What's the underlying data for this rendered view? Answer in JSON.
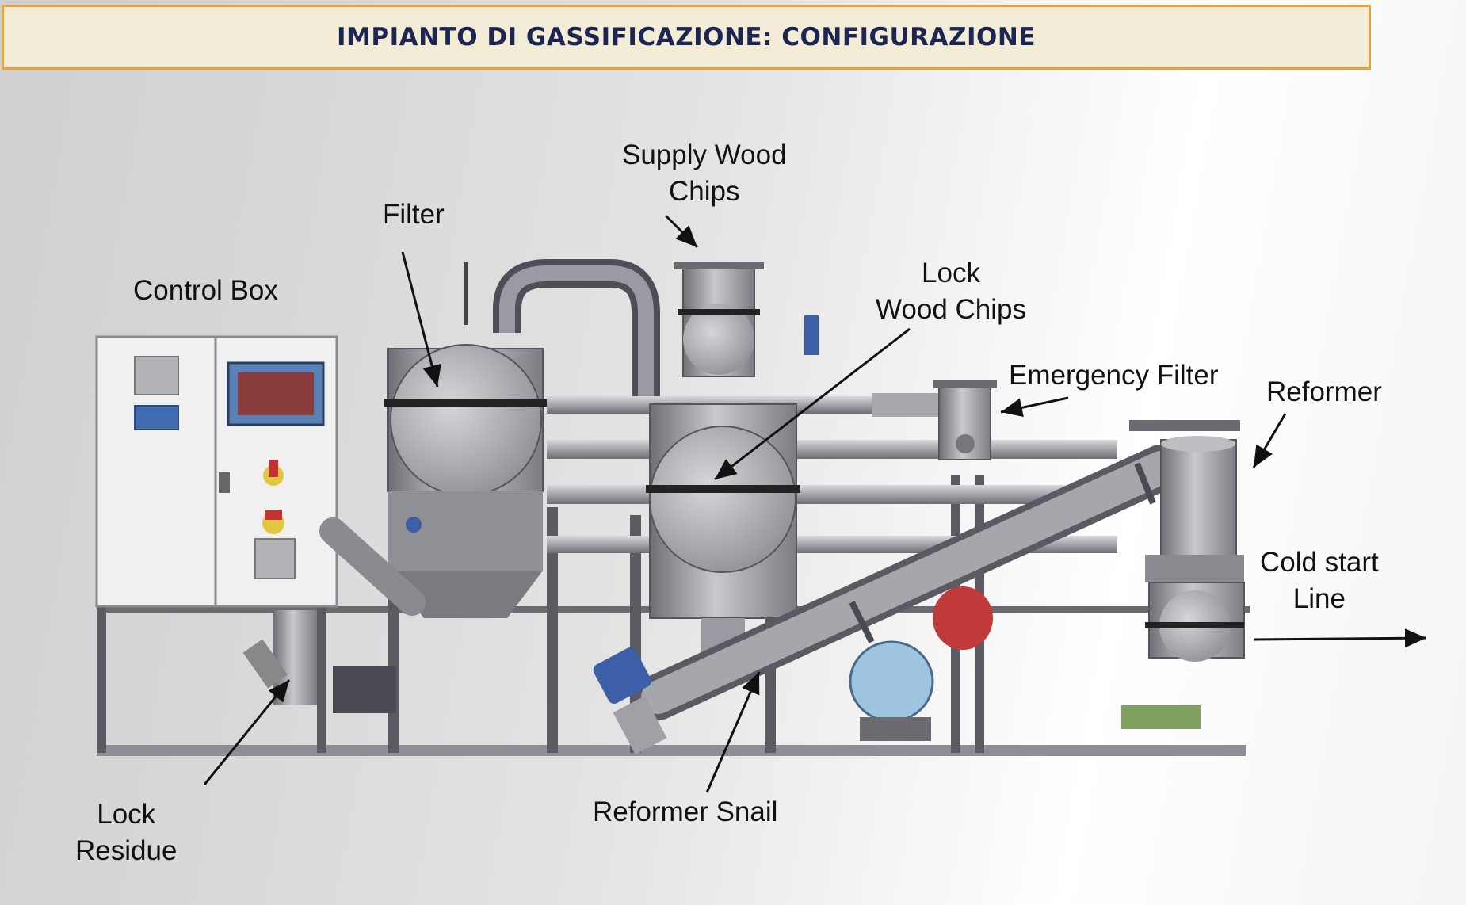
{
  "title": "IMPIANTO DI GASSIFICAZIONE: CONFIGURAZIONE",
  "labels": {
    "control_box": "Control Box",
    "filter": "Filter",
    "supply_wood_chips": [
      "Supply Wood",
      "Chips"
    ],
    "lock_wood_chips": [
      "Lock",
      "Wood Chips"
    ],
    "emergency_filter": "Emergency Filter",
    "reformer": "Reformer",
    "cold_start_line": [
      "Cold start",
      "Line"
    ],
    "reformer_snail": "Reformer Snail",
    "lock_residue": [
      "Lock",
      "Residue"
    ]
  },
  "colors": {
    "banner_border": "#e8a33a",
    "banner_fill": "#f3ecd6",
    "title_text": "#1d2553",
    "equipment_gray": "#9a9aa0",
    "frame_dark": "#4a4a52",
    "motor_blue": "#3d5fa8",
    "tank_red": "#c03a3a",
    "pump_blue": "#9ec4e0"
  }
}
